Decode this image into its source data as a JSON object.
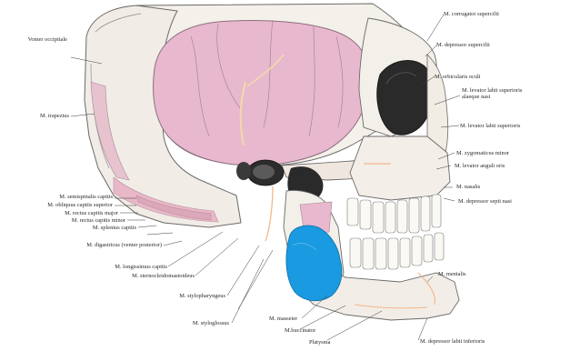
{
  "figure": {
    "labels": {
      "vomer_occipitale": "Vomer occipitale",
      "trapezius": "M. trapezius",
      "semispinalis": "M. semispinalis capitis",
      "obliquus": "M. obliquus capitis superior",
      "rectus_major": "M. rectus capitis major",
      "rectus_minor": "M. rectus capitis minor",
      "splenius": "M. splenius capitis",
      "digastricus": "M. digastricus (venter posterior)",
      "longissimus": "M. longissimus capitis",
      "sternocleido": "M. sternocleidomastoideus",
      "stylopharyngeus": "M. stylopharyngeus",
      "styloglossus": "M. styloglossus",
      "masseter": "M. masseter",
      "buccinator": "M.buccinator",
      "platysma": "Platysma",
      "depressor_labii": "M. depressor labii inferioris",
      "mentalis": "M. mentalis",
      "depressor_septi": "M. depressor septi nasi",
      "nasalis": "M. nasalis",
      "levator_anguli": "M. levator anguli oris",
      "zygomaticus": "M. zygomaticus minor",
      "levator_labii_sup": "M. levator labii superioris",
      "levator_alaeque": "M. levator labii superioris alaeque nasi",
      "orbicularis": "M. orbicularis oculi",
      "depressor_supercilii": "M. depressor supercilii",
      "corrugator": "M. corrugator supercilii"
    },
    "colors": {
      "muscle_pink": "#e8b8cf",
      "bone": "#f3efe9",
      "highlight_blue": "#1a9ae0",
      "line": "#3a3a3a"
    }
  }
}
